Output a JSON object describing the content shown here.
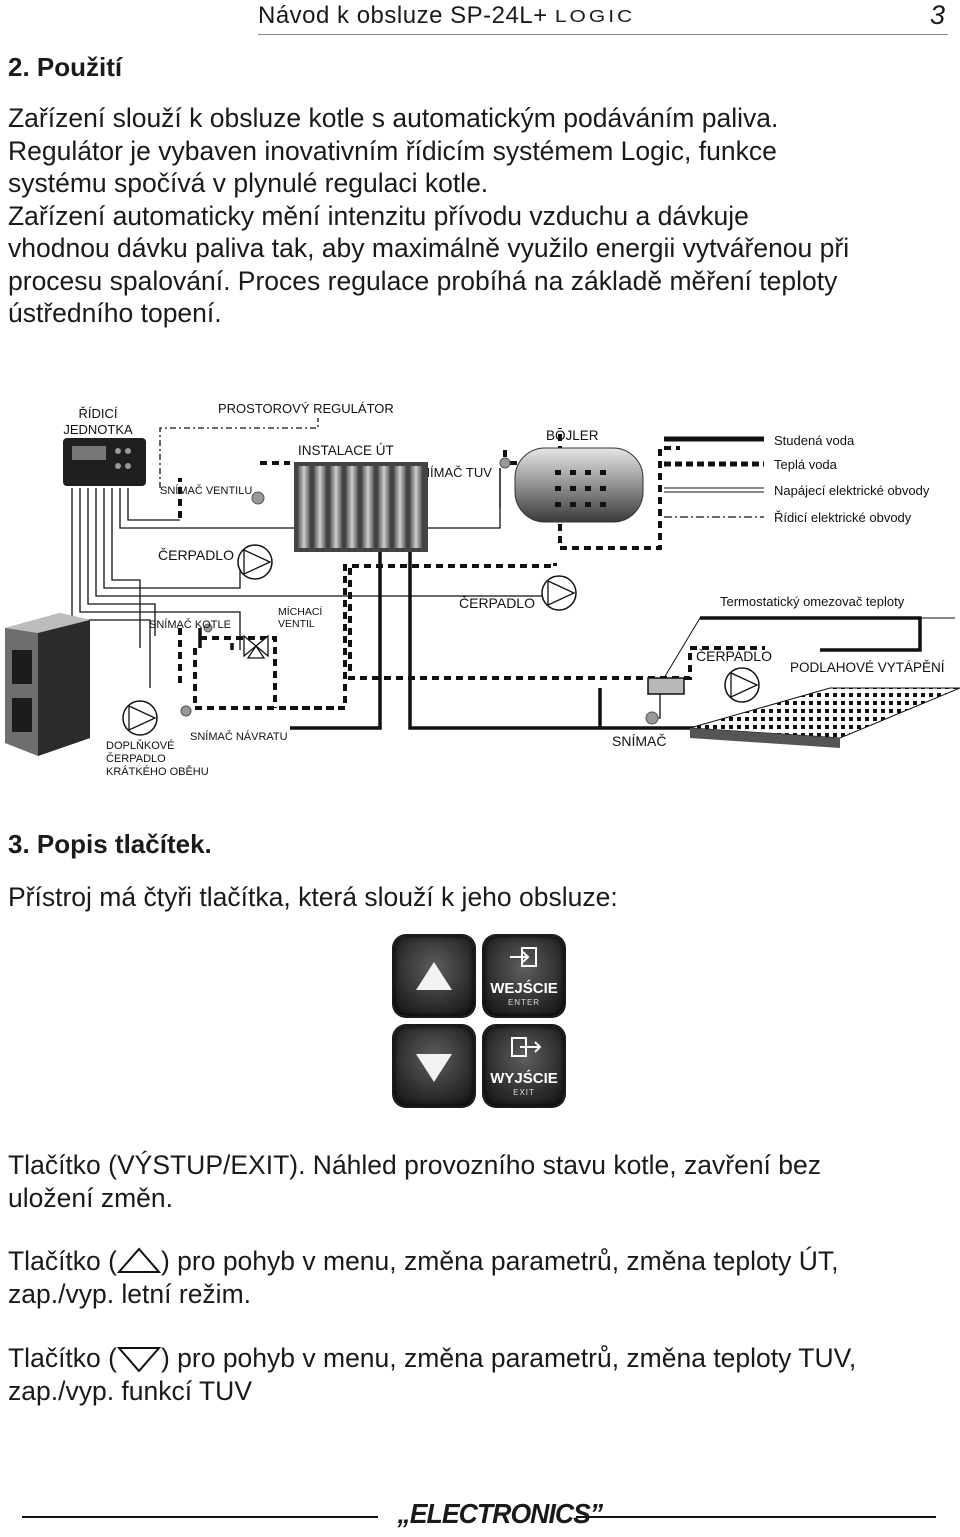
{
  "header": {
    "title": "Návod k obsluze SP-24L+",
    "logo_text": "LOGIC",
    "page_number": "3"
  },
  "section2": {
    "heading": "2. Použití",
    "lines": [
      "Zařízení slouží k obsluze kotle s automatickým podáváním paliva.",
      "Regulátor je vybaven inovativním řídicím systémem Logic, funkce",
      "systému spočívá v plynulé regulaci kotle.",
      "Zařízení automaticky mění intenzitu přívodu vzduchu a dávkuje",
      "vhodnou dávku paliva tak, aby maximálně využilo energii vytvářenou při",
      "procesu spalování. Proces regulace probíhá na základě měření teploty",
      "ústředního topení."
    ]
  },
  "diagram": {
    "labels": {
      "control_unit_1": "ŘÍDICÍ",
      "control_unit_2": "JEDNOTKA",
      "room_regulator": "PROSTOROVÝ REGULÁTOR",
      "heating_install": "INSTALACE ÚT",
      "tank": "BOJLER",
      "valve_sensor": "SNÍMAČ VENTILU",
      "dhw_sensor": "SNÍMAČ TUV",
      "pump_1": "ČERPADLO",
      "pump_2": "ČERPADLO",
      "pump_3": "ČERPADLO",
      "boiler_sensor": "SNÍMAČ KOTLE",
      "mixing_valve_1": "MÍCHACÍ",
      "mixing_valve_2": "VENTIL",
      "thermostat_limiter": "Termostatický omezovač teploty",
      "floor_heating": "PODLAHOVÉ VYTÁPĚNÍ",
      "return_sensor": "SNÍMAČ NÁVRATU",
      "aux_pump_1": "DOPLŇKOVÉ",
      "aux_pump_2": "ČERPADLO",
      "aux_pump_3": "KRÁTKÉHO OBĚHU",
      "sensor": "SNÍMAČ"
    },
    "legend": [
      {
        "label": "Studená voda",
        "style": "solid-thick"
      },
      {
        "label": "Teplá voda",
        "style": "dashed-thick"
      },
      {
        "label": "Napájecí elektrické obvody",
        "style": "double-thin"
      },
      {
        "label": "Řídicí elektrické obvody",
        "style": "dash-dot-thin"
      }
    ]
  },
  "section3": {
    "heading": "3. Popis tlačítek.",
    "intro": "Přístroj má čtyři tlačítka, která slouží k jeho obsluze:",
    "keys": {
      "enter": {
        "label": "WEJŚCIE",
        "sub": "ENTER"
      },
      "exit": {
        "label": "WYJŚCIE",
        "sub": "EXIT"
      }
    },
    "descriptions": [
      {
        "lines": [
          "Tlačítko (VÝSTUP/EXIT). Náhled provozního stavu kotle, zavření bez",
          "uložení změn."
        ]
      },
      {
        "prefix": "Tlačítko (",
        "suffix": ") pro pohyb v menu, změna parametrů, změna teploty ÚT,",
        "line2": "zap./vyp. letní režim."
      },
      {
        "prefix": "Tlačítko (",
        "suffix": ") pro pohyb v menu, změna parametrů, změna teploty TUV,",
        "line2": "zap./vyp. funkcí TUV"
      }
    ]
  },
  "footer": {
    "brand": "„ELECTRONICS”"
  }
}
